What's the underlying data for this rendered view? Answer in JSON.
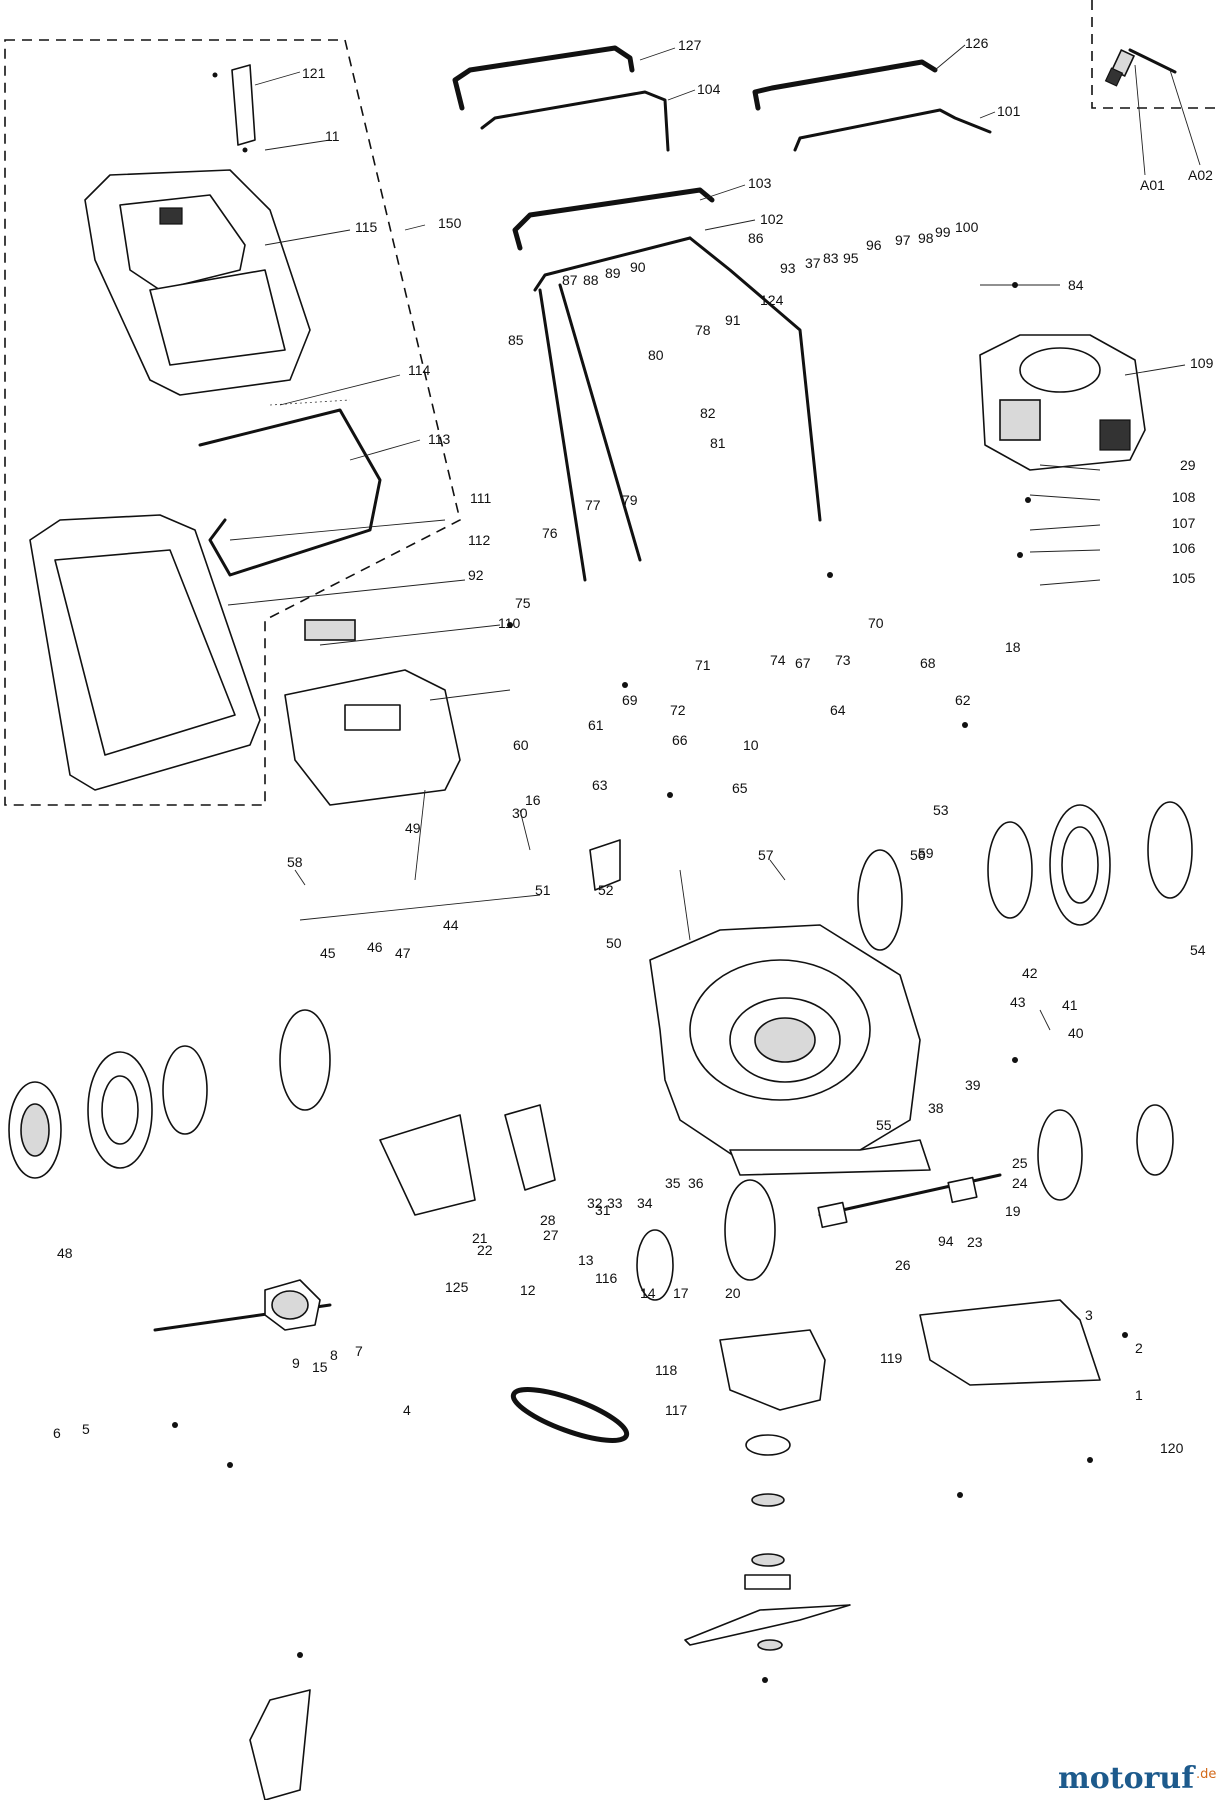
{
  "diagram": {
    "callouts": [
      {
        "text": "127"
      },
      {
        "text": "126"
      },
      {
        "text": "121"
      },
      {
        "text": "A01"
      },
      {
        "text": "A02"
      },
      {
        "text": "104"
      },
      {
        "text": "101"
      },
      {
        "text": "11"
      },
      {
        "text": "103"
      },
      {
        "text": "102"
      },
      {
        "text": "115"
      },
      {
        "text": "150"
      },
      {
        "text": "100"
      },
      {
        "text": "84"
      },
      {
        "text": "109"
      },
      {
        "text": "86"
      },
      {
        "text": "88"
      },
      {
        "text": "87"
      },
      {
        "text": "89"
      },
      {
        "text": "90"
      },
      {
        "text": "93"
      },
      {
        "text": "37"
      },
      {
        "text": "83"
      },
      {
        "text": "95"
      },
      {
        "text": "96"
      },
      {
        "text": "97"
      },
      {
        "text": "98"
      },
      {
        "text": "99"
      },
      {
        "text": "124"
      },
      {
        "text": "85"
      },
      {
        "text": "91"
      },
      {
        "text": "78"
      },
      {
        "text": "80"
      },
      {
        "text": "114"
      },
      {
        "text": "82"
      },
      {
        "text": "81"
      },
      {
        "text": "113"
      },
      {
        "text": "29"
      },
      {
        "text": "108"
      },
      {
        "text": "107"
      },
      {
        "text": "106"
      },
      {
        "text": "105"
      },
      {
        "text": "76"
      },
      {
        "text": "77"
      },
      {
        "text": "79"
      },
      {
        "text": "112"
      },
      {
        "text": "111"
      },
      {
        "text": "92"
      },
      {
        "text": "110"
      },
      {
        "text": "75"
      },
      {
        "text": "74"
      },
      {
        "text": "73"
      },
      {
        "text": "69"
      },
      {
        "text": "70"
      },
      {
        "text": "71"
      },
      {
        "text": "72"
      },
      {
        "text": "68"
      },
      {
        "text": "67"
      },
      {
        "text": "66"
      },
      {
        "text": "18"
      },
      {
        "text": "10"
      },
      {
        "text": "65"
      },
      {
        "text": "64"
      },
      {
        "text": "62"
      },
      {
        "text": "63"
      },
      {
        "text": "61"
      },
      {
        "text": "60"
      },
      {
        "text": "16"
      },
      {
        "text": "53"
      },
      {
        "text": "30"
      },
      {
        "text": "49"
      },
      {
        "text": "58"
      },
      {
        "text": "57"
      },
      {
        "text": "56"
      },
      {
        "text": "59"
      },
      {
        "text": "52"
      },
      {
        "text": "51"
      },
      {
        "text": "50"
      },
      {
        "text": "54"
      },
      {
        "text": "48"
      },
      {
        "text": "47"
      },
      {
        "text": "46"
      },
      {
        "text": "45"
      },
      {
        "text": "44"
      },
      {
        "text": "43"
      },
      {
        "text": "42"
      },
      {
        "text": "41"
      },
      {
        "text": "40"
      },
      {
        "text": "39"
      },
      {
        "text": "38"
      },
      {
        "text": "55"
      },
      {
        "text": "36"
      },
      {
        "text": "35"
      },
      {
        "text": "34"
      },
      {
        "text": "33"
      },
      {
        "text": "32"
      },
      {
        "text": "31"
      },
      {
        "text": "28"
      },
      {
        "text": "27"
      },
      {
        "text": "21"
      },
      {
        "text": "22"
      },
      {
        "text": "23"
      },
      {
        "text": "19"
      },
      {
        "text": "24"
      },
      {
        "text": "25"
      },
      {
        "text": "26"
      },
      {
        "text": "94"
      },
      {
        "text": "20"
      },
      {
        "text": "17"
      },
      {
        "text": "14"
      },
      {
        "text": "116"
      },
      {
        "text": "13"
      },
      {
        "text": "12"
      },
      {
        "text": "125"
      },
      {
        "text": "15"
      },
      {
        "text": "9"
      },
      {
        "text": "8"
      },
      {
        "text": "7"
      },
      {
        "text": "6"
      },
      {
        "text": "5"
      },
      {
        "text": "4"
      },
      {
        "text": "3"
      },
      {
        "text": "2"
      },
      {
        "text": "1"
      },
      {
        "text": "120"
      },
      {
        "text": "119"
      },
      {
        "text": "118"
      },
      {
        "text": "117"
      }
    ],
    "watermark": {
      "main": "motoruf",
      "tld": ".de"
    }
  }
}
